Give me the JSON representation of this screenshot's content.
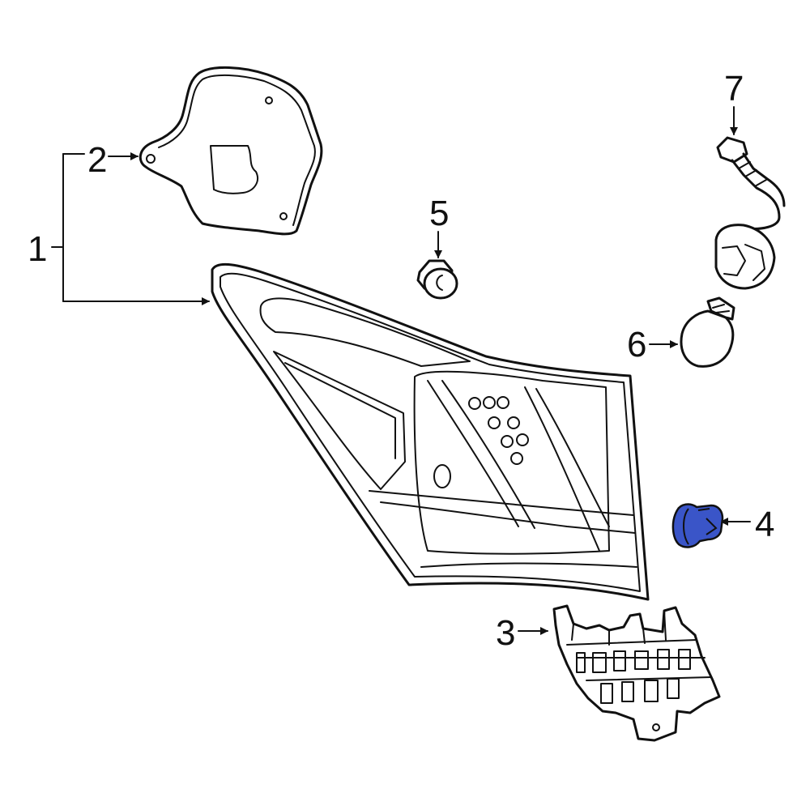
{
  "callouts": {
    "c1": "1",
    "c2": "2",
    "c3": "3",
    "c4": "4",
    "c5": "5",
    "c6": "6",
    "c7": "7"
  },
  "highlight_color": "#3a55c8"
}
